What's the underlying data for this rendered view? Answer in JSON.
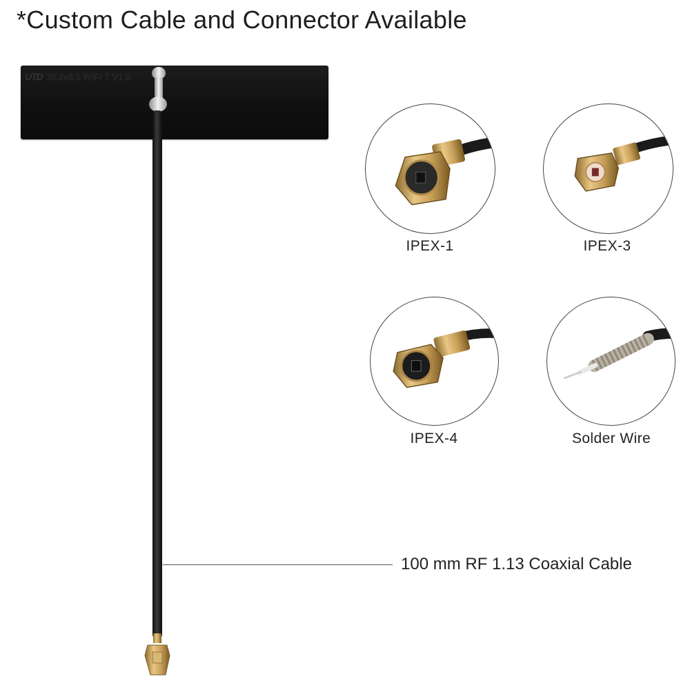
{
  "headline": "*Custom Cable and Connector Available",
  "antenna": {
    "logo": "UTD",
    "marking": "35.2x8.5 WIFI 7 V1.0"
  },
  "connectors": [
    {
      "label": "IPEX-1",
      "icon": "ipex-1-connector-icon"
    },
    {
      "label": "IPEX-3",
      "icon": "ipex-3-connector-icon"
    },
    {
      "label": "IPEX-4",
      "icon": "ipex-4-connector-icon"
    },
    {
      "label": "Solder Wire",
      "icon": "solder-wire-icon"
    }
  ],
  "cable": {
    "label": "100 mm RF 1.13 Coaxial Cable"
  },
  "colors": {
    "antenna_body": "#111111",
    "cable": "#1a1a1a",
    "connector_gold": "#c9a15a",
    "text": "#222222"
  }
}
